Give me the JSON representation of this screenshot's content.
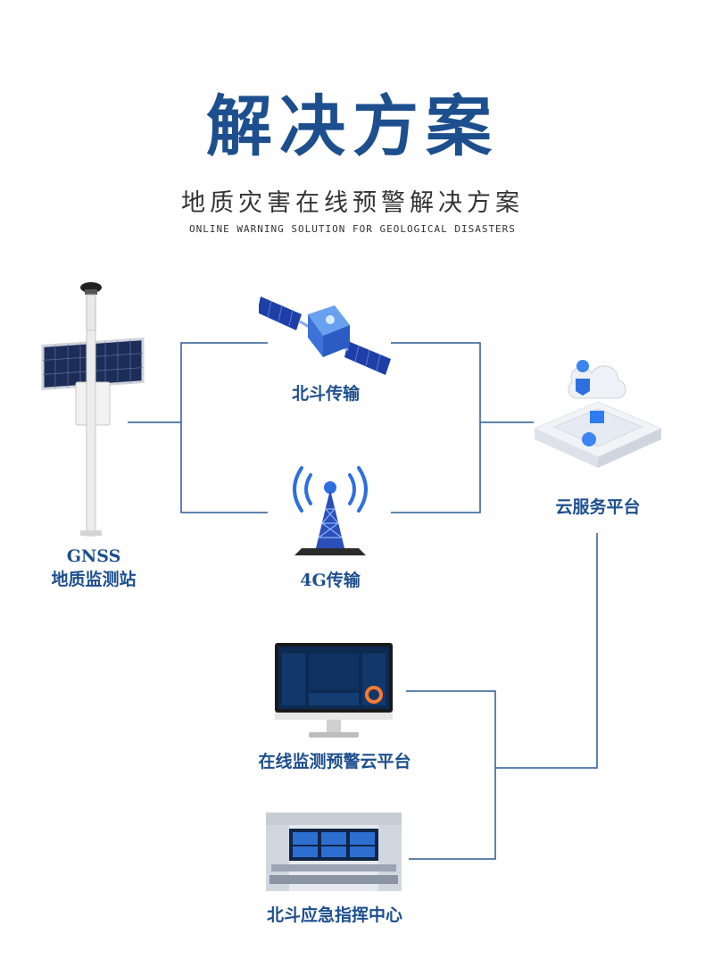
{
  "header": {
    "title": "解决方案",
    "subtitle": "地质灾害在线预警解决方案",
    "subtitle_en": "ONLINE WARNING SOLUTION FOR GEOLOGICAL DISASTERS"
  },
  "nodes": {
    "station_line1": "GNSS",
    "station_line2": "地质监测站",
    "beidou_transmission": "北斗传输",
    "4g_transmission": "4G传输",
    "cloud_platform": "云服务平台",
    "monitoring_platform": "在线监测预警云平台",
    "command_center": "北斗应急指挥中心"
  },
  "colors": {
    "title": "#1d4f8e",
    "label": "#1d4f8e",
    "connector": "#2a5a94"
  }
}
